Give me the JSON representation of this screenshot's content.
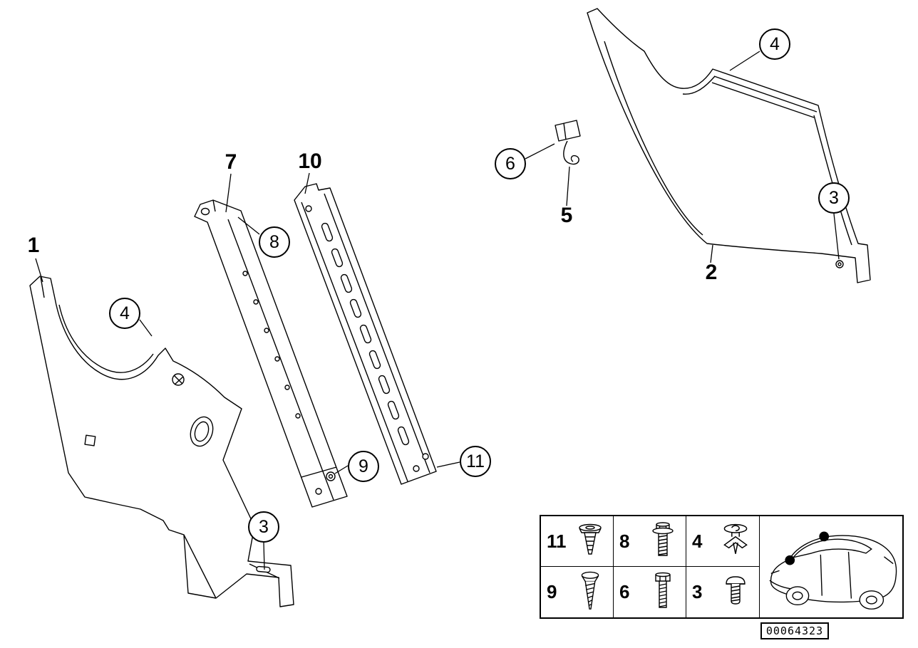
{
  "callouts": [
    {
      "label": "1",
      "style": "plain"
    },
    {
      "label": "4",
      "style": "circled"
    },
    {
      "label": "3",
      "style": "circled"
    },
    {
      "label": "7",
      "style": "plain"
    },
    {
      "label": "8",
      "style": "circled"
    },
    {
      "label": "10",
      "style": "plain"
    },
    {
      "label": "9",
      "style": "circled"
    },
    {
      "label": "11",
      "style": "circled"
    },
    {
      "label": "6",
      "style": "circled"
    },
    {
      "label": "5",
      "style": "plain"
    },
    {
      "label": "4",
      "style": "circled"
    },
    {
      "label": "3",
      "style": "circled"
    },
    {
      "label": "2",
      "style": "plain"
    }
  ],
  "legend": {
    "cells": [
      {
        "label": "11",
        "icon": "blind-rivet-icon"
      },
      {
        "label": "8",
        "icon": "flange-bolt-icon"
      },
      {
        "label": "4",
        "icon": "expanding-rivet-icon"
      },
      {
        "label": "9",
        "icon": "tapping-screw-icon"
      },
      {
        "label": "6",
        "icon": "hex-bolt-icon"
      },
      {
        "label": "3",
        "icon": "pan-head-screw-icon"
      }
    ]
  },
  "car_thumbnail": {
    "icon": "car-side-location-icon",
    "location_markers": 2
  },
  "part_number": "00064323"
}
